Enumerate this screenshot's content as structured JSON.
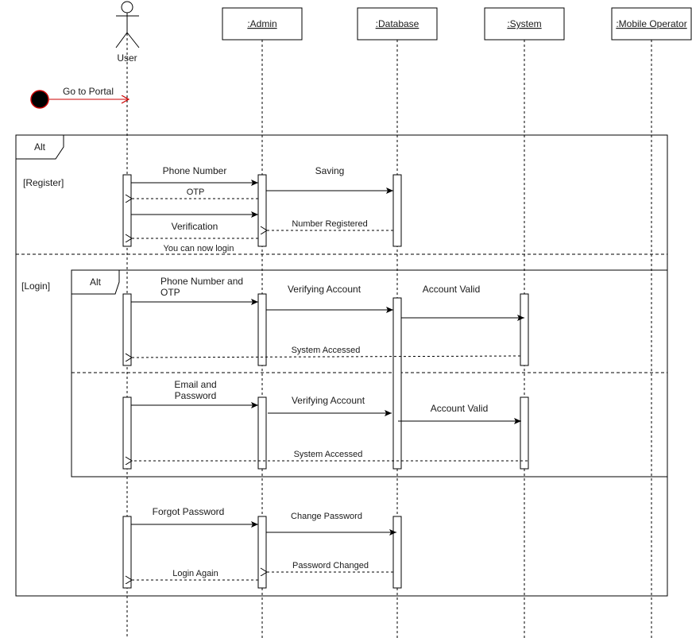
{
  "diagram": {
    "type": "sequence",
    "actor": {
      "id": "user",
      "label": "User",
      "icon": "stick-figure-icon"
    },
    "participants": [
      {
        "id": "admin",
        "label": ":Admin"
      },
      {
        "id": "database",
        "label": ":Database"
      },
      {
        "id": "system",
        "label": ":System"
      },
      {
        "id": "mobile",
        "label": ":Mobile Operator"
      }
    ],
    "start": {
      "label": "Go to Portal",
      "color": "#cc0000"
    },
    "outer_fragment": {
      "operator": "Alt",
      "guards": [
        "[Register]",
        "[Login]"
      ]
    },
    "inner_fragment": {
      "operator": "Alt"
    },
    "messages": {
      "phone_number": "Phone Number",
      "saving": "Saving",
      "otp": "OTP",
      "verification": "Verification",
      "number_registered": "Number Registered",
      "you_can_now_login": "You can now login",
      "phone_number_and_otp_line1": "Phone Number and",
      "phone_number_and_otp_line2": "OTP",
      "verifying_account_1": "Verifying Account",
      "account_valid_1": "Account Valid",
      "system_accessed_1": "System Accessed",
      "email_and_password_line1": "Email and",
      "email_and_password_line2": "Password",
      "verifying_account_2": "Verifying Account",
      "account_valid_2": "Account Valid",
      "system_accessed_2": "System Accessed",
      "forgot_password": "Forgot Password",
      "change_password": "Change Password",
      "password_changed": "Password Changed",
      "login_again": "Login Again"
    }
  }
}
